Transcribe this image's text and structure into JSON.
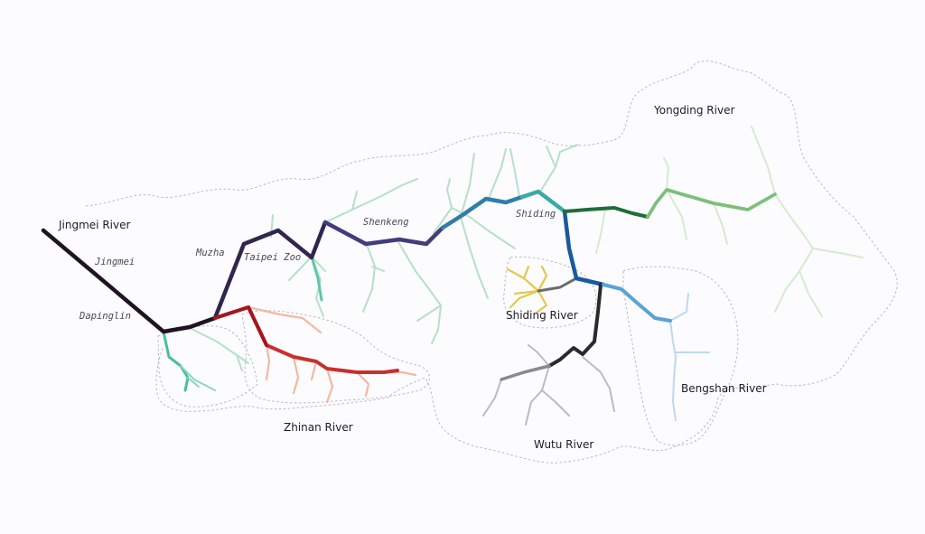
{
  "river_labels": {
    "jingmei_river": "Jingmei River",
    "yongding_river": "Yongding River",
    "shiding_river": "Shiding River",
    "bengshan_river": "Bengshan River",
    "zhinan_river": "Zhinan River",
    "wutu_river": "Wutu River"
  },
  "place_labels": {
    "jingmei": "Jingmei",
    "dapinglin": "Dapinglin",
    "muzha": "Muzha",
    "taipei_zoo": "Taipei Zoo",
    "shenkeng": "Shenkeng",
    "shiding": "Shiding"
  },
  "colors": {
    "jingmei": "#1e1424",
    "muzha_segment": "#2f2650",
    "main_stem_mid": "#433c7d",
    "main_stem_east": "#2f7ea8",
    "shiding_segment": "#39aaa8",
    "junction_blue": "#1a5a9e",
    "yongding_upper": "#7cc07a",
    "yongding_lower": "#1f6e3a",
    "zhinan": "#c8302c",
    "zhinan_light": "#f2a88a",
    "shiding_river": "#e2c948",
    "wutu": "#2a2a2a",
    "wutu_light": "#a8a8a8",
    "bengshan": "#5aa3d6",
    "bengshan_light": "#b6d6ea",
    "tributary_green": "#9fd8b4",
    "dapinglin_teal": "#4bbf9d"
  }
}
